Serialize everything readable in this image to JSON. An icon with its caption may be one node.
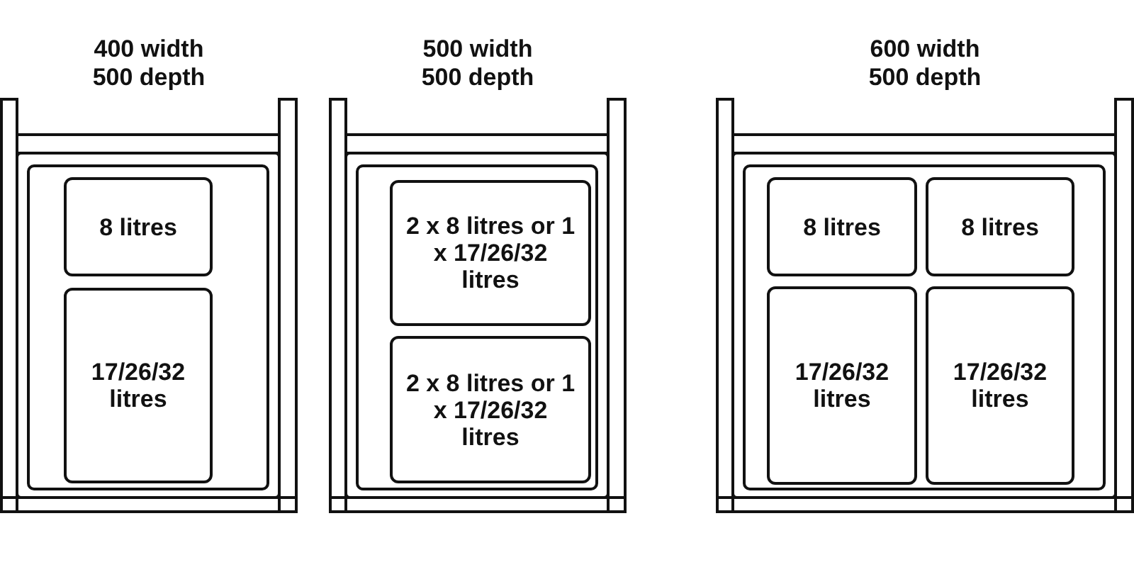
{
  "diagram": {
    "nodes": [
      {
        "text": [
          "400 width 500 depth"
        ]
      },
      {
        "text": [
          "8 litres"
        ],
        "in": 0
      },
      {
        "text": [
          "17/26/32 litres"
        ],
        "in": 0
      },
      {
        "text": [
          "500 width 500 depth"
        ]
      },
      {
        "text": [
          "2 x 8 litres or 1 x 17/26/32 litres"
        ],
        "in": 3
      },
      {
        "text": [
          "2 x 8 litres or 1 x 17/26/32 litres"
        ],
        "in": 3
      },
      {
        "text": [
          "600 width 500 depth"
        ]
      },
      {
        "text": [
          "8 litres"
        ],
        "in": 6
      },
      {
        "text": [
          "8 litres"
        ],
        "in": 6
      },
      {
        "text": [
          "17/26/32 litres"
        ],
        "in": 6
      },
      {
        "text": [
          "17/26/32 litres"
        ],
        "in": 6
      }
    ]
  }
}
